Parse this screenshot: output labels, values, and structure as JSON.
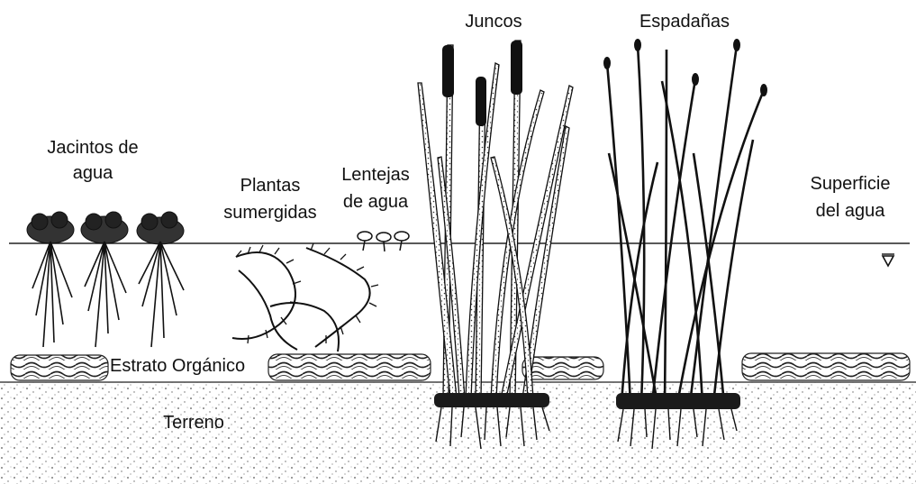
{
  "labels": {
    "water_hyacinths_line1": "Jacintos de",
    "water_hyacinths_line2": "agua",
    "submerged_plants_line1": "Plantas",
    "submerged_plants_line2": "sumergidas",
    "duckweed_line1": "Lentejas",
    "duckweed_line2": "de agua",
    "rushes": "Juncos",
    "cattails": "Espadañas",
    "water_surface_line1": "Superficie",
    "water_surface_line2": "del agua",
    "organic_layer": "Estrato Orgánico",
    "soil": "Terreno"
  },
  "colors": {
    "ink": "#111111",
    "soil_speckle": "#555555",
    "background": "#ffffff"
  },
  "icons": {
    "water_level_marker": "inverted-triangle-icon"
  }
}
